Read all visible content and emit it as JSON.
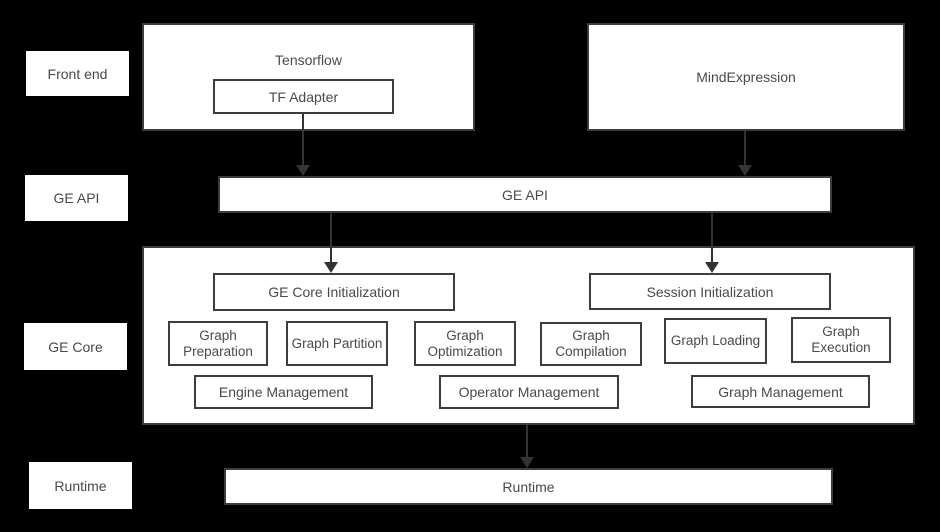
{
  "colors": {
    "background": "#000000",
    "box_background": "#ffffff",
    "box_border": "#3d3d3d",
    "text": "#4a4a4a",
    "arrow": "#333333"
  },
  "layers": [
    {
      "label": "Front end"
    },
    {
      "label": "GE API"
    },
    {
      "label": "GE Core"
    },
    {
      "label": "Runtime"
    }
  ],
  "front_end": {
    "tensorflow": "Tensorflow",
    "tf_adapter": "TF Adapter",
    "mind_expression": "MindExpression"
  },
  "ge_api": {
    "label": "GE API"
  },
  "ge_core": {
    "init_boxes": [
      "GE Core Initialization",
      "Session Initialization"
    ],
    "function_boxes": [
      "Graph Preparation",
      "Graph Partition",
      "Graph Optimization",
      "Graph Compilation",
      "Graph Loading",
      "Graph Execution"
    ],
    "management_boxes": [
      "Engine Management",
      "Operator Management",
      "Graph Management"
    ]
  },
  "runtime": {
    "label": "Runtime"
  }
}
